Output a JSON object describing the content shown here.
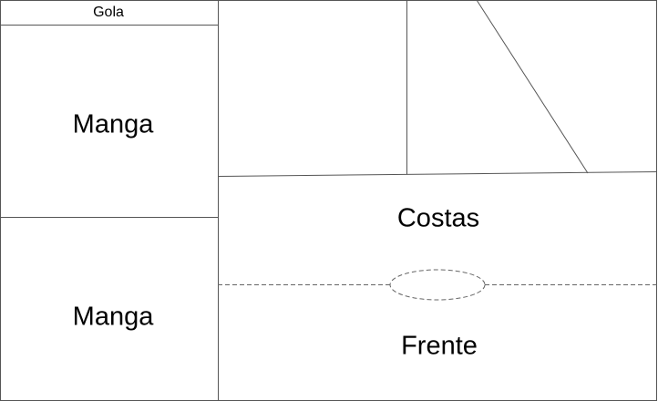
{
  "labels": {
    "collar": "Gola",
    "sleeve_top": "Manga",
    "sleeve_bottom": "Manga",
    "back": "Costas",
    "front": "Frente"
  },
  "colors": {
    "line": "#555555",
    "dashed": "#666666",
    "text": "#000000"
  }
}
